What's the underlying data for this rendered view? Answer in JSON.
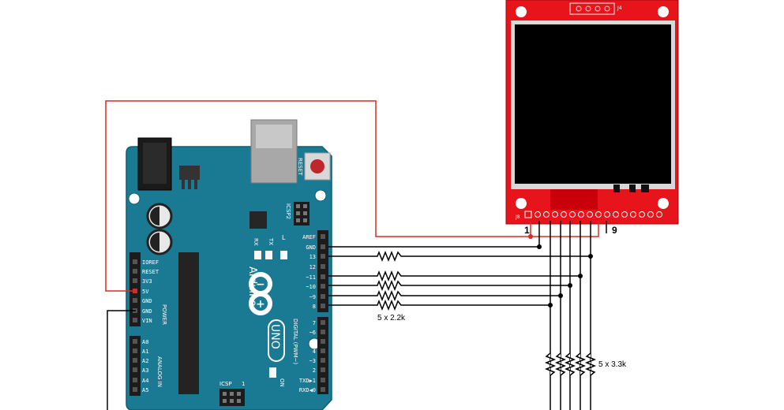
{
  "colors": {
    "board": "#1b7a93",
    "board_edge": "#0e5f74",
    "display_pcb": "#e8141b",
    "screen": "#000000",
    "vcc_wire": "#d62a2a",
    "wire": "#000000",
    "header": "#1c1c1c"
  },
  "board": {
    "reset_label": "RESET",
    "icsp2_label": "ICSP2",
    "icsp_label": "ICSP",
    "l_label": "L",
    "tx_label": "TX",
    "rx_label": "RX",
    "on_label": "ON",
    "brand": "Arduino",
    "model": "UNO",
    "power_label": "POWER",
    "analog_label": "ANALOG IN",
    "digital_label": "DIGITAL (PWM~)",
    "pin1_label": "1",
    "power_pins": [
      "IOREF",
      "RESET",
      "3V3",
      "5V",
      "GND",
      "GND",
      "VIN"
    ],
    "analog_pins": [
      "A0",
      "A1",
      "A2",
      "A3",
      "A4",
      "A5"
    ],
    "top_pins": [
      "AREF",
      "GND",
      "13",
      "12",
      "~11",
      "~10",
      "~9",
      "8"
    ],
    "digital_pins": [
      "7",
      "~6",
      "~5",
      "4",
      "~3",
      "2",
      "TXD▶1",
      "RXD◀0"
    ]
  },
  "display": {
    "j4_label": "J4",
    "j8_label": "J8",
    "pin_first": "1",
    "pin_last": "9"
  },
  "labels": {
    "resistors_top": "5 x 2.2k",
    "resistors_bottom": "5 x 3.3k"
  }
}
